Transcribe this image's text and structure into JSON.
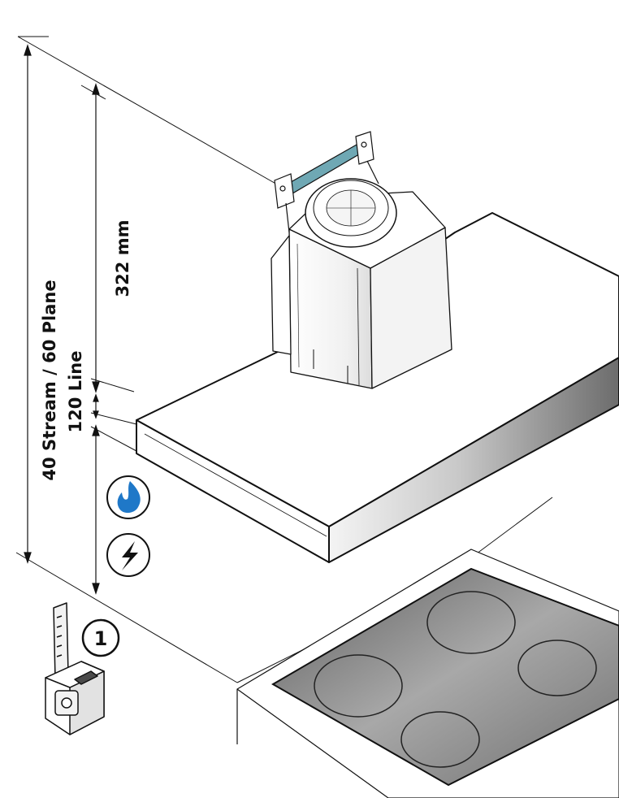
{
  "labels": {
    "total_height": "40 Stream / 60 Plane",
    "hood_thickness": "120 Line",
    "chimney_height": "322 mm",
    "step_number": "1"
  },
  "icons": {
    "gas": "gas-flame-icon",
    "electric": "electric-bolt-icon",
    "tool": "measuring-tape-icon"
  },
  "colors": {
    "flame": "#1f78c8",
    "rail": "#6fa8b4",
    "line": "#111111"
  }
}
